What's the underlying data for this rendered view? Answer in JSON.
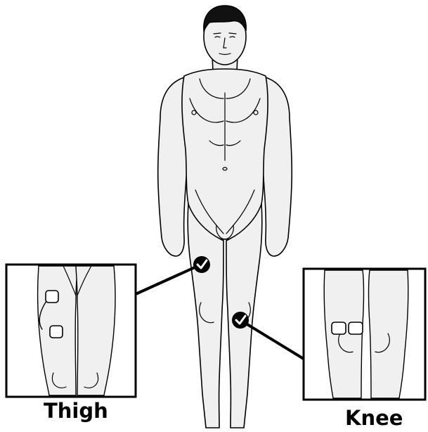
{
  "labels": {
    "thigh": "Thigh",
    "knee": "Knee"
  },
  "markers": [
    {
      "name": "thigh-check-marker",
      "region": "thigh",
      "icon": "check-icon"
    },
    {
      "name": "knee-check-marker",
      "region": "knee",
      "icon": "check-icon"
    }
  ],
  "colors": {
    "skin": "#f0f0f0",
    "outline": "#000000",
    "hair": "#111111",
    "pad": "#ffffff",
    "marker": "#000000"
  }
}
